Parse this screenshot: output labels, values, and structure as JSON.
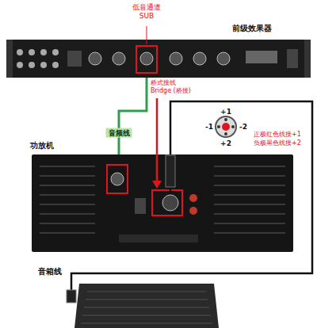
{
  "diagram": {
    "nodes": [
      {
        "text": [
          "前级效果器"
        ]
      },
      {
        "text": [
          "功放机"
        ]
      }
    ],
    "edges": [
      {
        "from": 0,
        "to": 1,
        "label": "音频线",
        "arrow": "none"
      }
    ],
    "labels": [
      "低音通道 SUB",
      "桥式接线 Bridge (桥接)",
      "+1",
      "-1",
      "-2",
      "+2",
      "正极红色线接+1",
      "负极黑色线接+2",
      "音箱线"
    ]
  }
}
